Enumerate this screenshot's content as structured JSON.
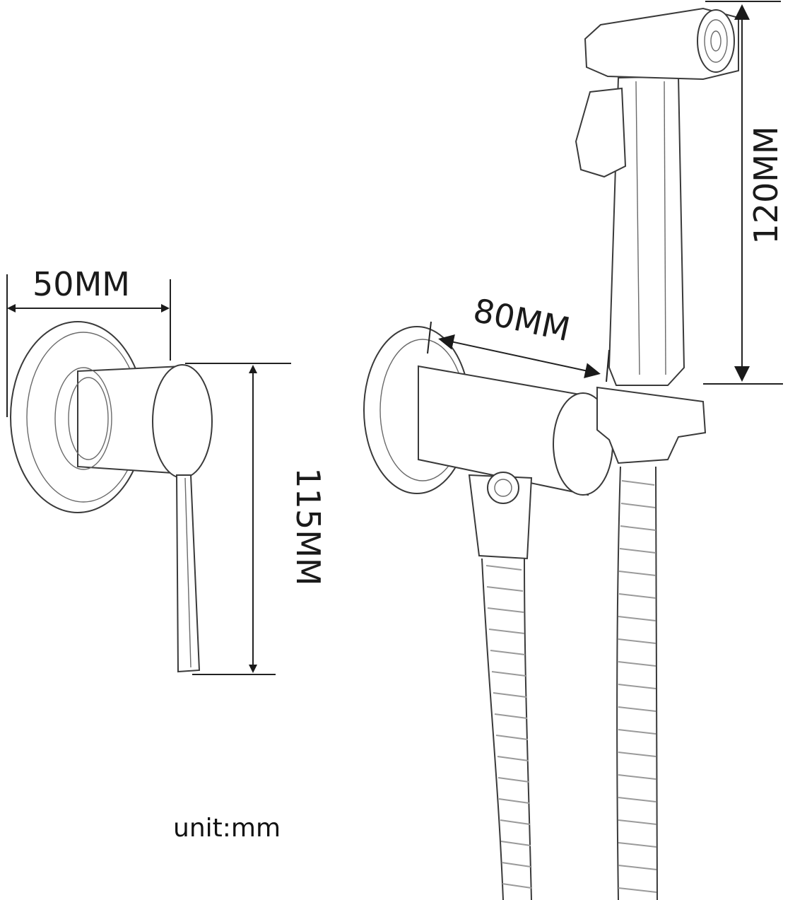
{
  "dimensions": {
    "valve_width": "50MM",
    "valve_height": "115MM",
    "holder_depth": "80MM",
    "sprayer_height": "120MM"
  },
  "unit_note": "unit:mm"
}
